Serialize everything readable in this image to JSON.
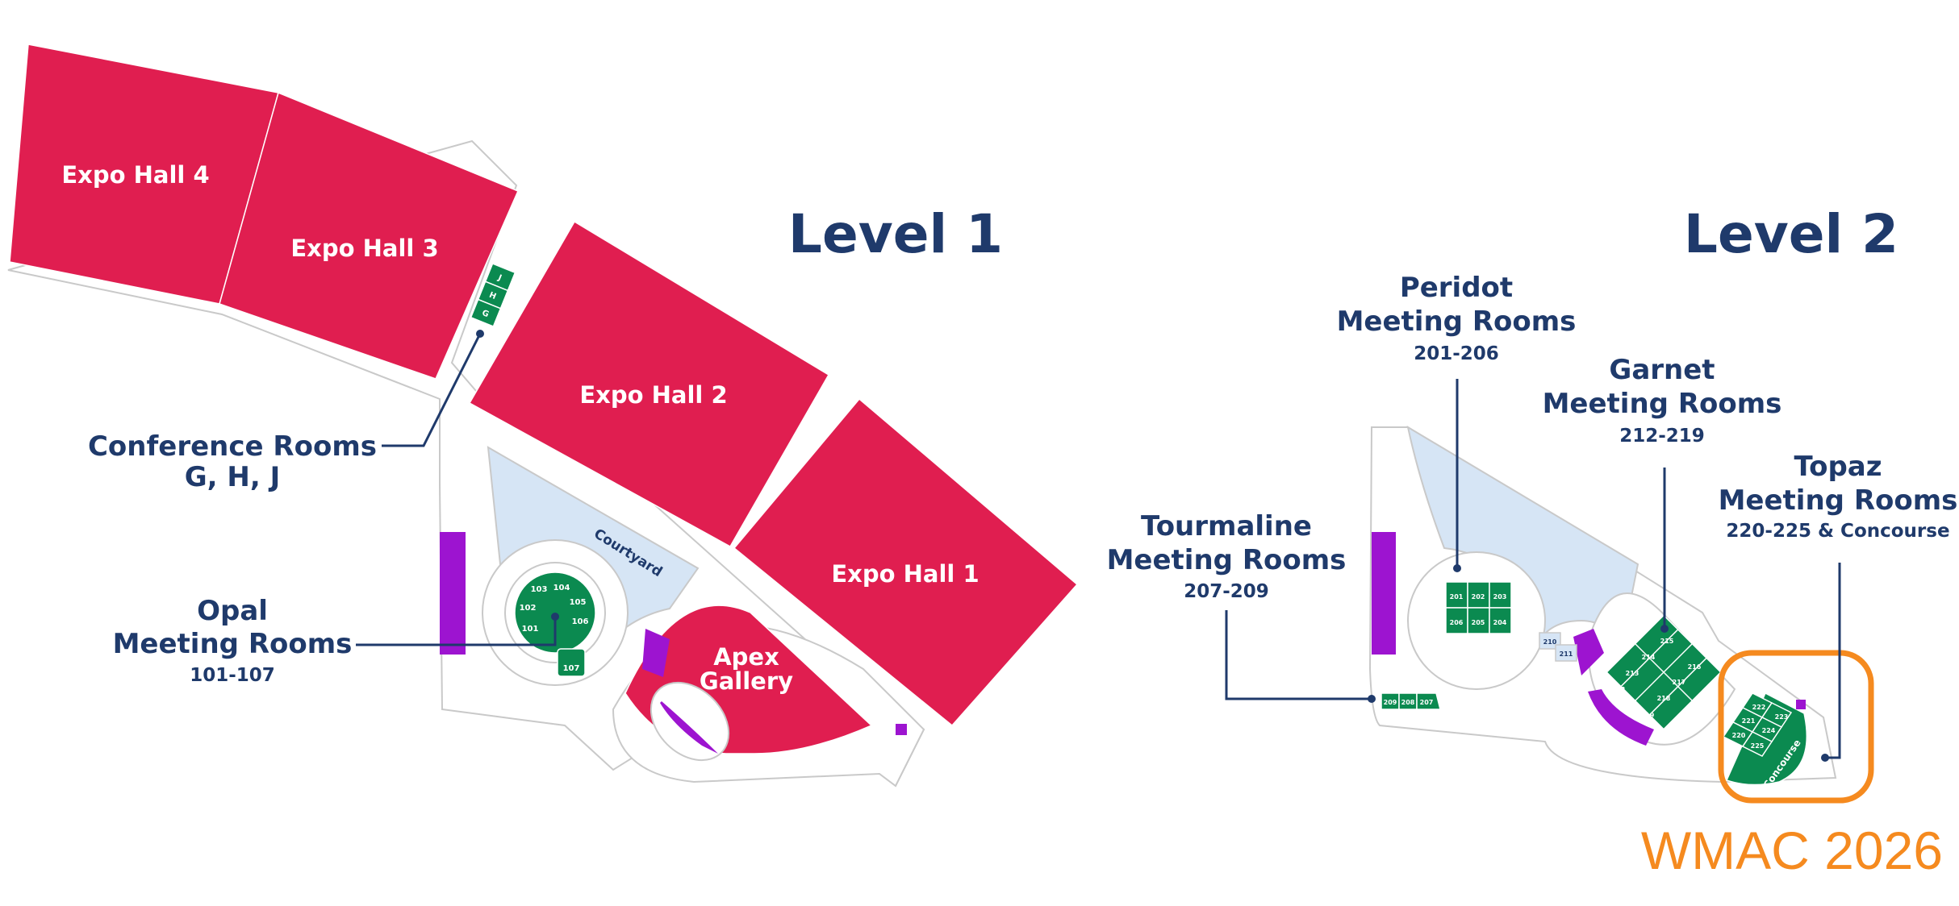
{
  "level1": {
    "title": "Level 1",
    "halls": [
      "Expo Hall 4",
      "Expo Hall 3",
      "Expo Hall 2",
      "Expo Hall 1"
    ],
    "courtyard": "Courtyard",
    "gallery": {
      "line1": "Apex",
      "line2": "Gallery"
    },
    "conference": {
      "line1": "Conference Rooms",
      "line2": "G, H, J",
      "rooms": [
        "J",
        "H",
        "G"
      ]
    },
    "opal": {
      "line1": "Opal",
      "line2": "Meeting Rooms",
      "range": "101-107",
      "rooms": [
        "103",
        "104",
        "102",
        "105",
        "101",
        "106",
        "107"
      ]
    }
  },
  "level2": {
    "title": "Level 2",
    "peridot": {
      "line1": "Peridot",
      "line2": "Meeting Rooms",
      "range": "201-206",
      "rooms": [
        "201",
        "202",
        "203",
        "206",
        "205",
        "204"
      ]
    },
    "garnet": {
      "line1": "Garnet",
      "line2": "Meeting Rooms",
      "range": "212-219",
      "rooms": [
        "215",
        "214",
        "216",
        "213",
        "217",
        "212",
        "218",
        "219"
      ]
    },
    "tourmaline": {
      "line1": "Tourmaline",
      "line2": "Meeting Rooms",
      "range": "207-209",
      "rooms": [
        "209",
        "208",
        "207"
      ]
    },
    "topaz": {
      "line1": "Topaz",
      "line2": "Meeting Rooms",
      "range": "220-225 & Concourse",
      "rooms": [
        "222",
        "223",
        "221",
        "224",
        "220",
        "225"
      ],
      "concourse": "Concourse"
    },
    "small_rooms": [
      "210",
      "211"
    ]
  },
  "watermark": "WMAC 2026",
  "colors": {
    "hall": "#e01e50",
    "meeting_room": "#0b8a50",
    "courtyard": "#d6e5f5",
    "purple": "#9d14d0",
    "label": "#1f3a6b",
    "highlight": "#f58a1f"
  }
}
